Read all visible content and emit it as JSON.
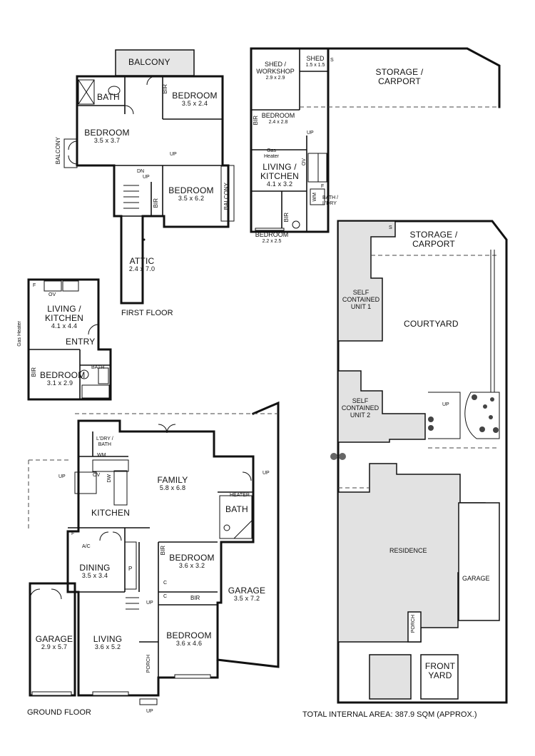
{
  "first_floor": {
    "title": "FIRST FLOOR",
    "balcony_top": "BALCONY",
    "balcony_left": "BALCONY",
    "balcony_right": "BALCONY",
    "bath": "BATH",
    "bir_a": "BIR",
    "bir_b": "BIR",
    "bedroom_a": {
      "name": "BEDROOM",
      "dim": "3.5 x 2.4"
    },
    "bedroom_b": {
      "name": "BEDROOM",
      "dim": "3.5 x 3.7"
    },
    "bedroom_c": {
      "name": "BEDROOM",
      "dim": "3.5 x 6.2"
    },
    "attic": {
      "name": "ATTIC",
      "dim": "2.4 x 7.0"
    },
    "up": "UP",
    "dn": "DN",
    "up2": "UP"
  },
  "unit_left": {
    "living": {
      "name": "LIVING /\nKITCHEN",
      "dim": "4.1 x 4.4"
    },
    "entry": "ENTRY",
    "bedroom": {
      "name": "BEDROOM",
      "dim": "3.1 x 2.9"
    },
    "bath": "BATH",
    "bir": "BIR",
    "f": "F",
    "ov": "OV",
    "gas_heater": "Gas Heater"
  },
  "unit_top_right": {
    "shed_workshop": {
      "name": "SHED /\nWORKSHOP",
      "dim": "2.9 x 2.9"
    },
    "shed": {
      "name": "SHED",
      "dim": "1.5 x 1.5"
    },
    "s": "S",
    "storage": "STORAGE /\nCARPORT",
    "bedroom_a": {
      "name": "BEDROOM",
      "dim": "2.4 x 2.8"
    },
    "bir_a": "BIR",
    "up": "UP",
    "gas_heater": "Gas\nHeater",
    "ov": "OV",
    "living": {
      "name": "LIVING /\nKITCHEN",
      "dim": "4.1 x 3.2"
    },
    "f": "F",
    "wm": "WM",
    "bath_ldry": "BATH /\nL'DRY",
    "bir_b": "BIR",
    "bedroom_b": {
      "name": "BEDROOM",
      "dim": "2.2 x 2.5"
    }
  },
  "site_plan": {
    "storage": "STORAGE /\nCARPORT",
    "s": "S",
    "unit1": "SELF\nCONTAINED\nUNIT 1",
    "courtyard": "COURTYARD",
    "unit2": "SELF\nCONTAINED\nUNIT 2",
    "up": "UP",
    "residence": "RESIDENCE",
    "garage": "GARAGE",
    "porch": "PORCH",
    "front_yard": "FRONT\nYARD"
  },
  "ground_floor": {
    "title": "GROUND FLOOR",
    "ldry_bath": "L'DRY /\nBATH",
    "wm": "WM",
    "ov": "OV",
    "dw": "DW",
    "up_a": "UP",
    "kitchen": "KITCHEN",
    "family": {
      "name": "FAMILY",
      "dim": "5.8 x 6.8"
    },
    "heater": "HEATER",
    "bath": "BATH",
    "up_b": "UP",
    "f": "F",
    "ac": "A/C",
    "dining": {
      "name": "DINING",
      "dim": "3.5 x 3.4"
    },
    "p": "P",
    "bir_a": "BIR",
    "bedroom_a": {
      "name": "BEDROOM",
      "dim": "3.6 x 3.2"
    },
    "c1": "C",
    "c2": "C",
    "bir_b": "BIR",
    "up_c": "UP",
    "garage_right": {
      "name": "GARAGE",
      "dim": "3.5 x 7.2"
    },
    "garage_left": {
      "name": "GARAGE",
      "dim": "2.9 x 5.7"
    },
    "living": {
      "name": "LIVING",
      "dim": "3.6 x 5.2"
    },
    "bedroom_b": {
      "name": "BEDROOM",
      "dim": "3.6 x 4.6"
    },
    "porch": "PORCH",
    "up_d": "UP"
  },
  "total_area": "TOTAL INTERNAL AREA: 387.9 SQM (APPROX.)"
}
